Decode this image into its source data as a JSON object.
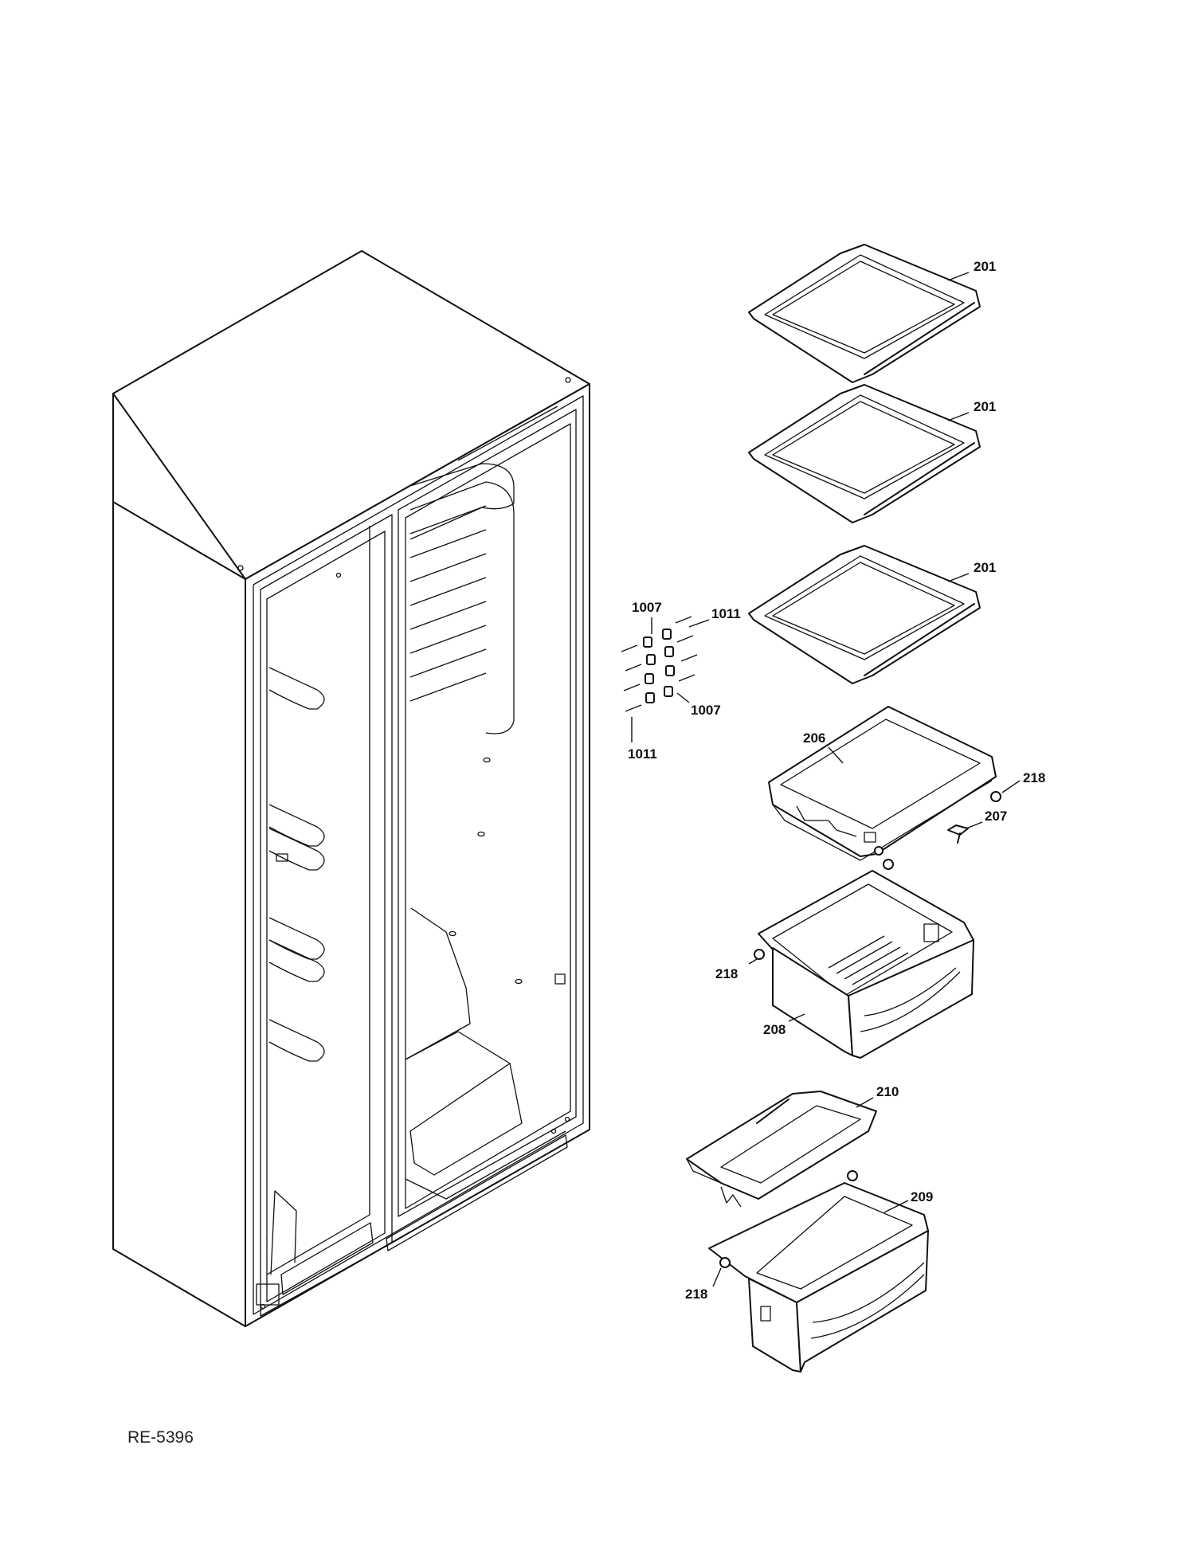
{
  "drawing_ref": "RE-5396",
  "callouts": [
    {
      "id": "c1",
      "text": "201"
    },
    {
      "id": "c2",
      "text": "201"
    },
    {
      "id": "c3",
      "text": "201"
    },
    {
      "id": "c4",
      "text": "1007"
    },
    {
      "id": "c5",
      "text": "1011"
    },
    {
      "id": "c6",
      "text": "1007"
    },
    {
      "id": "c7",
      "text": "1011"
    },
    {
      "id": "c8",
      "text": "206"
    },
    {
      "id": "c9",
      "text": "218"
    },
    {
      "id": "c10",
      "text": "207"
    },
    {
      "id": "c11",
      "text": "218"
    },
    {
      "id": "c12",
      "text": "208"
    },
    {
      "id": "c13",
      "text": "210"
    },
    {
      "id": "c14",
      "text": "209"
    },
    {
      "id": "c15",
      "text": "218"
    }
  ]
}
